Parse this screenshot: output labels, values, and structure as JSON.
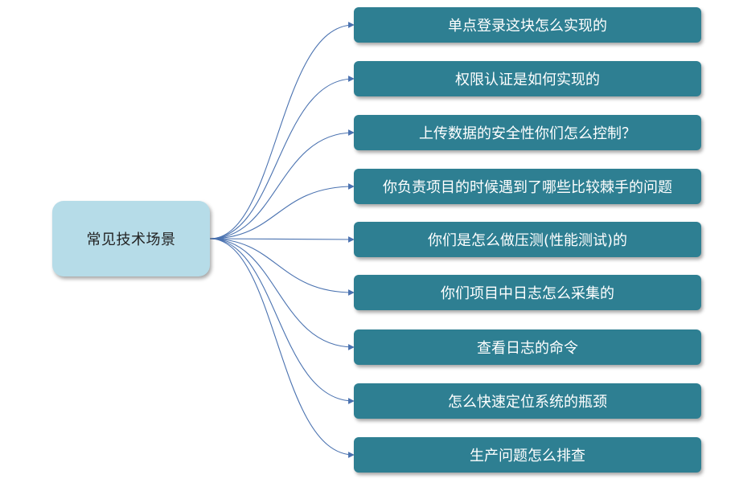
{
  "root": {
    "label": "常见技术场景"
  },
  "branches": [
    {
      "label": "单点登录这块怎么实现的"
    },
    {
      "label": "权限认证是如何实现的"
    },
    {
      "label": "上传数据的安全性你们怎么控制？"
    },
    {
      "label": "你负责项目的时候遇到了哪些比较棘手的问题"
    },
    {
      "label": "你们是怎么做压测(性能测试)的"
    },
    {
      "label": "你们项目中日志怎么采集的"
    },
    {
      "label": "查看日志的命令"
    },
    {
      "label": "怎么快速定位系统的瓶颈"
    },
    {
      "label": "生产问题怎么排查"
    }
  ],
  "colors": {
    "root_fill": "#b6dce8",
    "branch_fill": "#2e7f92",
    "branch_text": "#ffffff",
    "connector": "#4a72b0"
  }
}
